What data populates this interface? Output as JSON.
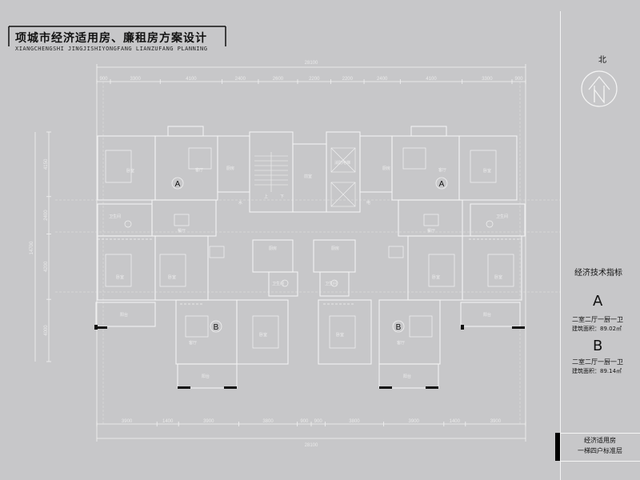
{
  "title": {
    "main": "项城市经济适用房、廉租房方案设计",
    "sub": "XIANGCHENGSHI JINGJISHIYONGFANG LIANZUFANG PLANNING"
  },
  "compass": {
    "label": "北",
    "icon": "north-arrow-icon"
  },
  "dimensions": {
    "top_total": "28100",
    "top_segments": [
      "900",
      "3300",
      "4100",
      "2400",
      "2600",
      "2200",
      "2200",
      "2400",
      "4100",
      "3300",
      "900"
    ],
    "bottom_segments": [
      "3900",
      "1400",
      "3900",
      "3800",
      "900",
      "900",
      "3800",
      "3900",
      "1400",
      "3900"
    ],
    "bottom_total": "28100",
    "left_segments": [
      "4150",
      "2400",
      "4200",
      "4000"
    ],
    "left_total": "14700"
  },
  "rooms": {
    "bedroom": "卧室",
    "living": "客厅",
    "kitchen": "厨房",
    "bath": "卫生间",
    "dining": "餐厅",
    "balcony": "阳台",
    "stair_up": "上",
    "stair_down": "下",
    "water": "水",
    "electric": "电",
    "corridor": "前室",
    "elevator": "消防电梯"
  },
  "unit_labels": [
    "A",
    "A",
    "B",
    "B"
  ],
  "specs": {
    "title": "经济技术指标",
    "types": [
      {
        "letter": "A",
        "desc": "二室二厅一厨一卫",
        "area": "建筑面积：89.02㎡"
      },
      {
        "letter": "B",
        "desc": "二室二厅一厨一卫",
        "area": "建筑面积：89.14㎡"
      }
    ]
  },
  "footer": {
    "line1": "经济适用房",
    "line2": "一梯四户标准层"
  },
  "colors": {
    "background": "#c7c7c9",
    "linework": "#f2f2f2",
    "wall": "#111111"
  }
}
